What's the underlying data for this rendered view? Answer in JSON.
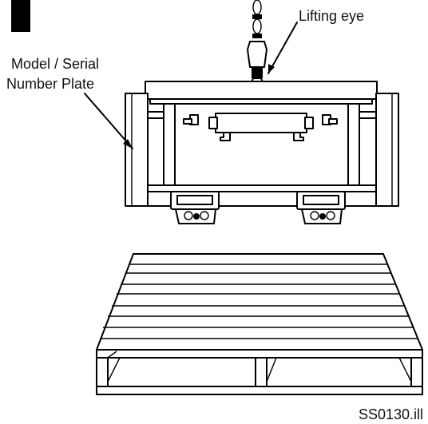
{
  "figure": {
    "labels": {
      "lifting_eye": "Lifting eye",
      "plate_line1": "Model / Serial",
      "plate_line2": "Number Plate"
    },
    "figure_code": "SS0130.ill"
  }
}
